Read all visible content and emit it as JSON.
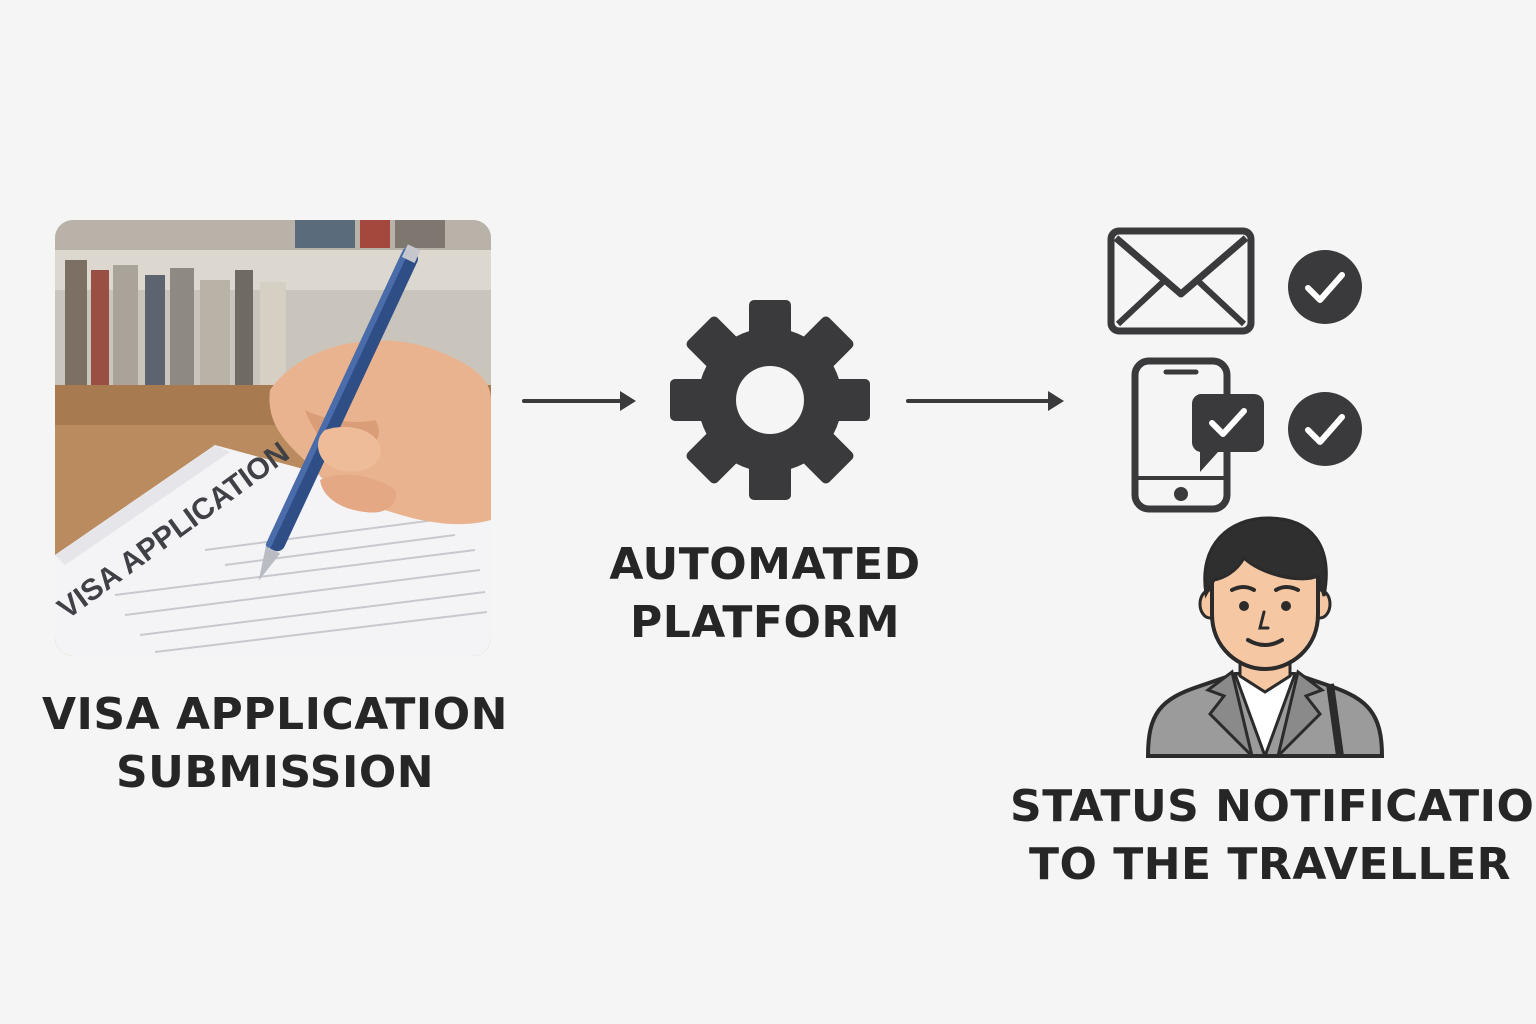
{
  "steps": [
    {
      "id": "submission",
      "label_lines": [
        "VISA APPLICATION",
        "SUBMISSION"
      ],
      "form_text": "VISA APPLICATION"
    },
    {
      "id": "platform",
      "label_lines": [
        "AUTOMATED",
        "PLATFORM"
      ],
      "icon": "gear-icon"
    },
    {
      "id": "notification",
      "label_lines": [
        "STATUS NOTIFICATION",
        "TO THE TRAVELLER"
      ],
      "icons": [
        "envelope-icon",
        "check-circle-icon",
        "smartphone-icon",
        "chat-check-icon",
        "check-circle-icon",
        "traveller-avatar"
      ]
    }
  ],
  "colors": {
    "background": "#f5f5f5",
    "icon": "#3a3a3c",
    "text": "#262626",
    "skin": "#f6c7a3",
    "suit": "#9b9b9b"
  }
}
